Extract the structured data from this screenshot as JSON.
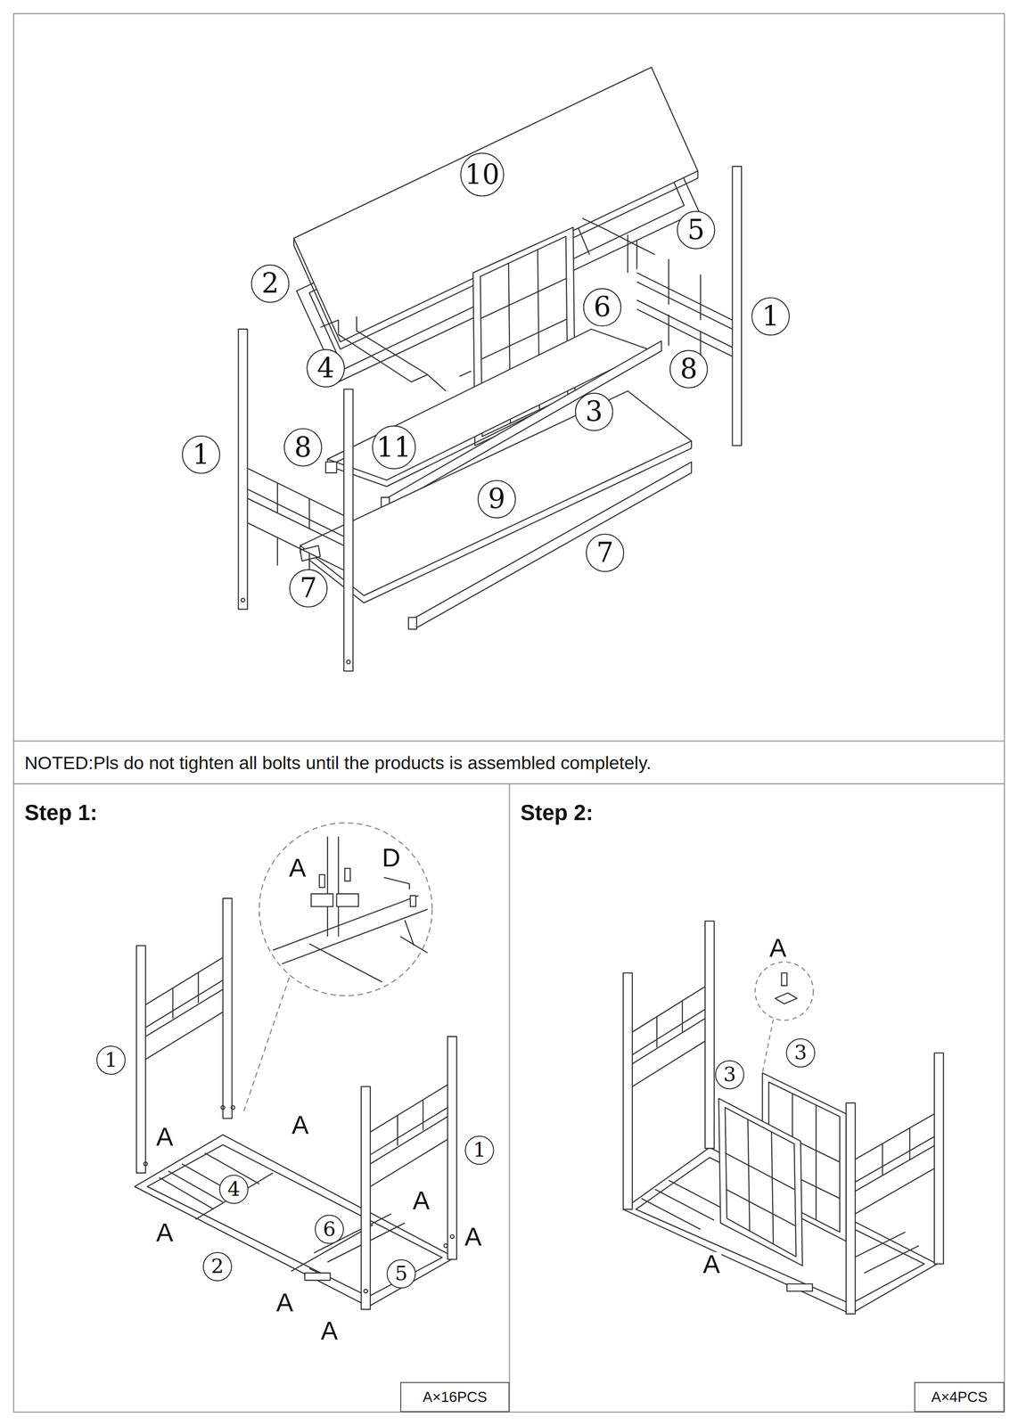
{
  "diagram": {
    "nodes": [
      {
        "text": [
          "10"
        ]
      },
      {
        "text": [
          "5"
        ]
      },
      {
        "text": [
          "2"
        ]
      },
      {
        "text": [
          "6"
        ]
      },
      {
        "text": [
          "1"
        ]
      },
      {
        "text": [
          "4"
        ]
      },
      {
        "text": [
          "8"
        ]
      },
      {
        "text": [
          "3"
        ]
      },
      {
        "text": [
          "8"
        ]
      },
      {
        "text": [
          "11"
        ]
      },
      {
        "text": [
          "1"
        ]
      },
      {
        "text": [
          "9"
        ]
      },
      {
        "text": [
          "7"
        ]
      },
      {
        "text": [
          "7"
        ]
      },
      {
        "text": [
          "NOTED:Pls do not tighten all bolts until the products is assembled completely."
        ]
      },
      {
        "text": [
          "Step 1:"
        ]
      },
      {
        "text": [
          "1"
        ],
        "in": 15
      },
      {
        "text": [
          "1"
        ],
        "in": 15
      },
      {
        "text": [
          "4"
        ],
        "in": 15
      },
      {
        "text": [
          "6"
        ],
        "in": 15
      },
      {
        "text": [
          "2"
        ],
        "in": 15
      },
      {
        "text": [
          "5"
        ],
        "in": 15
      },
      {
        "text": [
          "A×16PCS"
        ],
        "in": 15
      },
      {
        "text": [
          "Step 2:"
        ]
      },
      {
        "text": [
          "3"
        ],
        "in": 23
      },
      {
        "text": [
          "3"
        ],
        "in": 23
      },
      {
        "text": [
          "A×4PCS"
        ],
        "in": 23
      }
    ],
    "labels": [
      "A",
      "D",
      "A",
      "A",
      "A",
      "A",
      "A",
      "A",
      "A",
      "A",
      "A"
    ]
  }
}
